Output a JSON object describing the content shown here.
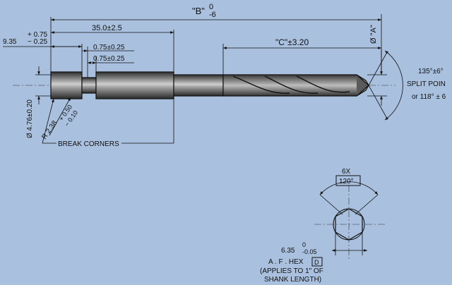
{
  "colors": {
    "background": "#a9c0de",
    "drill_dark": "#3a3a3a",
    "drill_light": "#c9c9c9",
    "line": "#111111"
  },
  "dimensions": {
    "overall_label": "\"B\"",
    "overall_tol_upper": "0",
    "overall_tol_lower": "-6",
    "shank_length": "35.0±2.5",
    "end_length": "9.35",
    "end_tol_upper": "+ 0.75",
    "end_tol_lower": "− 0.25",
    "groove_offset": "0.75±0.25",
    "groove_width": "0.75±0.25",
    "flute_length": "\"C\"±3.20",
    "diameter_a": "Ø \"A\"",
    "neck_diameter": "Ø 4.76±0.20",
    "radius": "R 2.38",
    "radius_tol_upper": "+ 0.50",
    "radius_tol_lower": "− 0.10",
    "break_corners": "BREAK CORNERS"
  },
  "point": {
    "angle": "135°±6°",
    "type": "SPLIT POIN",
    "alt": "or 118° ± 6"
  },
  "hex": {
    "count": "6X",
    "angle": "120°",
    "across_flats": "6.35",
    "af_tol_upper": "0",
    "af_tol_lower": "-0.05",
    "af_label": "A . F . HEX",
    "datum": "D",
    "note_line1": "(APPLIES  TO 1\" OF",
    "note_line2": "SHANK LENGTH)"
  }
}
